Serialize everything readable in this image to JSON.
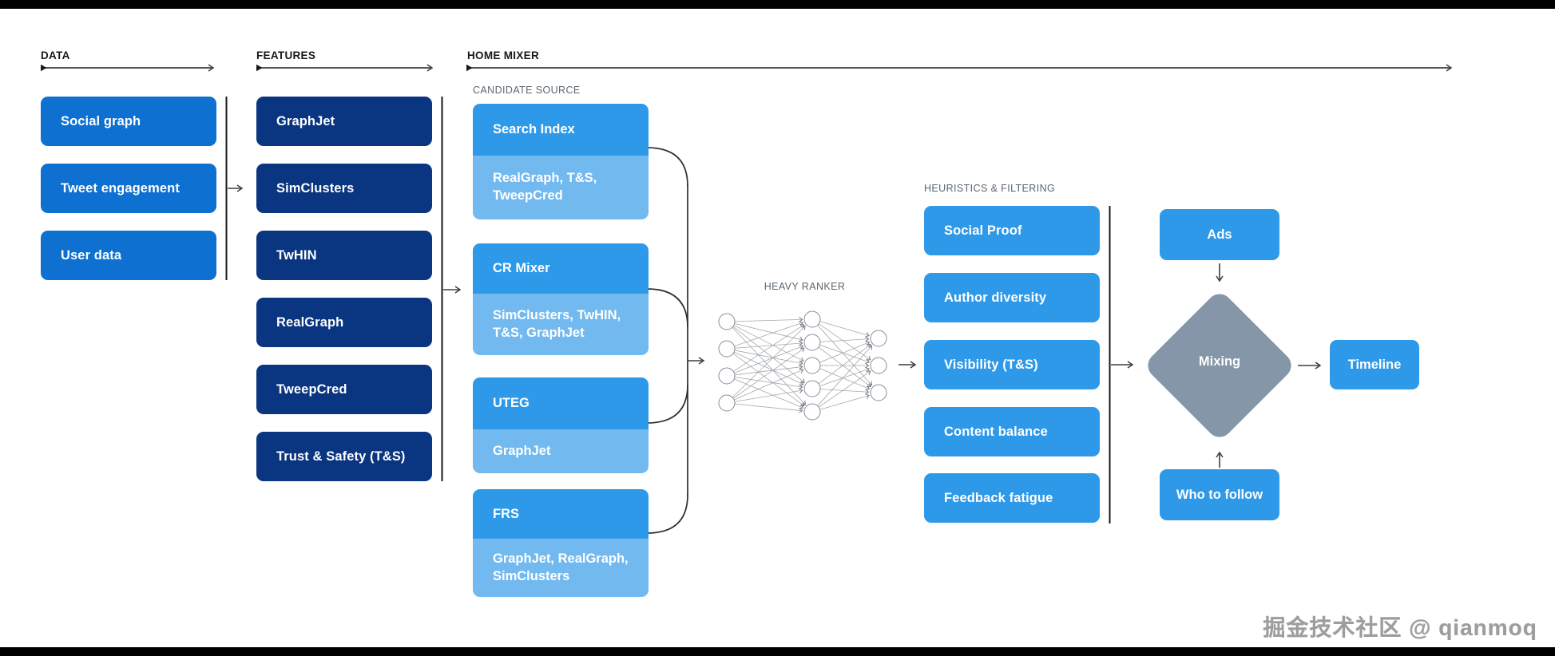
{
  "colors": {
    "bright_blue": "#0e70d1",
    "navy": "#0a3580",
    "sky_blue": "#2e99e8",
    "sky_light": "#72b9f0",
    "diamond_gray": "#8496a7",
    "line": "#3a3f45"
  },
  "sections": {
    "data": {
      "label": "DATA"
    },
    "features": {
      "label": "FEATURES"
    },
    "home_mixer": {
      "label": "HOME MIXER"
    },
    "candidate_source": {
      "label": "CANDIDATE SOURCE"
    },
    "heavy_ranker": {
      "label": "HEAVY RANKER",
      "layers": [
        4,
        5,
        3
      ]
    },
    "heuristics": {
      "label": "HEURISTICS & FILTERING"
    }
  },
  "data_column": {
    "items": [
      {
        "label": "Social graph"
      },
      {
        "label": "Tweet engagement"
      },
      {
        "label": "User data"
      }
    ]
  },
  "features_column": {
    "items": [
      {
        "label": "GraphJet"
      },
      {
        "label": "SimClusters"
      },
      {
        "label": "TwHIN"
      },
      {
        "label": "RealGraph"
      },
      {
        "label": "TweepCred"
      },
      {
        "label": "Trust & Safety (T&S)"
      }
    ]
  },
  "candidate_groups": [
    {
      "title": "Search Index",
      "sources": "RealGraph, T&S, TweepCred"
    },
    {
      "title": "CR Mixer",
      "sources": "SimClusters, TwHIN, T&S, GraphJet"
    },
    {
      "title": "UTEG",
      "sources": "GraphJet"
    },
    {
      "title": "FRS",
      "sources": "GraphJet, RealGraph, SimClusters"
    }
  ],
  "heuristics_column": {
    "items": [
      {
        "label": "Social Proof"
      },
      {
        "label": "Author diversity"
      },
      {
        "label": "Visibility (T&S)"
      },
      {
        "label": "Content balance"
      },
      {
        "label": "Feedback fatigue"
      }
    ]
  },
  "mixing_stage": {
    "ads": "Ads",
    "mixing": "Mixing",
    "who_to_follow": "Who to follow",
    "timeline": "Timeline"
  },
  "watermark": "掘金技术社区 @ qianmoq"
}
